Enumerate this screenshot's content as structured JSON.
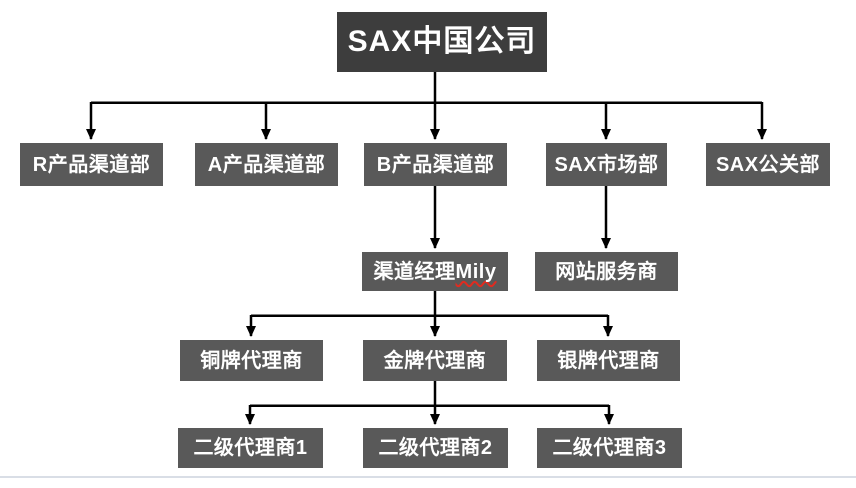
{
  "diagram": {
    "type": "org-chart",
    "colors": {
      "root_fill": "#3d3d3d",
      "node_fill": "#595959",
      "node_text": "#ffffff",
      "connector": "#000000",
      "spellcheck_underline": "#e02b20",
      "slide_edge": "#d9dee6"
    },
    "nodes": {
      "root": {
        "label": "SAX中国公司",
        "parent": null
      },
      "l2": [
        {
          "label": "R产品渠道部",
          "parent": "SAX中国公司"
        },
        {
          "label": "A产品渠道部",
          "parent": "SAX中国公司"
        },
        {
          "label": "B产品渠道部",
          "parent": "SAX中国公司"
        },
        {
          "label": "SAX市场部",
          "parent": "SAX中国公司"
        },
        {
          "label": "SAX公关部",
          "parent": "SAX中国公司"
        }
      ],
      "l3": [
        {
          "label": "渠道经理Mily",
          "label_prefix": "渠道经理",
          "label_misspelled": "Mily",
          "parent": "B产品渠道部"
        },
        {
          "label": "网站服务商",
          "parent": "SAX市场部"
        }
      ],
      "l4": [
        {
          "label": "铜牌代理商",
          "parent": "渠道经理Mily"
        },
        {
          "label": "金牌代理商",
          "parent": "渠道经理Mily"
        },
        {
          "label": "银牌代理商",
          "parent": "渠道经理Mily"
        }
      ],
      "l5": [
        {
          "label": "二级代理商1",
          "parent": "金牌代理商"
        },
        {
          "label": "二级代理商2",
          "parent": "金牌代理商"
        },
        {
          "label": "二级代理商3",
          "parent": "金牌代理商"
        }
      ]
    }
  }
}
